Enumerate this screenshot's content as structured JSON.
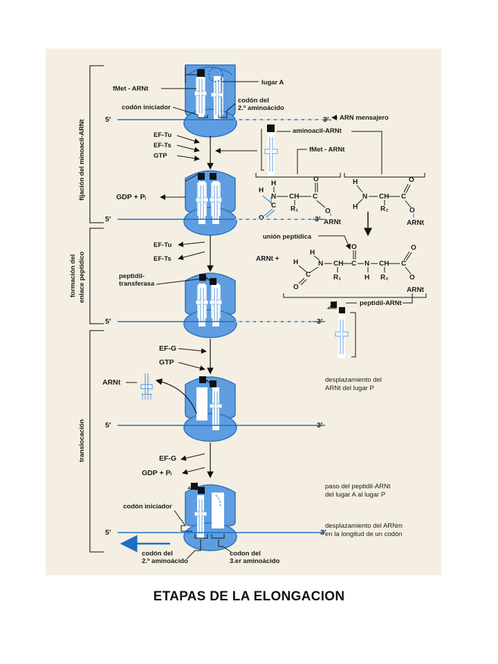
{
  "caption": "ETAPAS DE LA ELONGACION",
  "stages": {
    "s1": "fijación del minoacil-ARNt",
    "s2a": "formación del",
    "s2b": "enlace peptídico",
    "s3": "translocación"
  },
  "labels": {
    "fmet_arnt": "fMet - ARNt",
    "lugar_a": "lugar A",
    "codon_iniciador": "codón iniciador",
    "codon_2_a": "codón del",
    "codon_2_b": "2.º aminoácido",
    "arn_mensajero": "ARN mensajero",
    "aminoacil_arnt": "aminoacil-ARNt",
    "fmet_arnt_2": "fMet - ARNt",
    "ef_tu": "EF-Tu",
    "ef_ts": "EF-Ts",
    "gtp": "GTP",
    "gdp_pi": "GDP + Pᵢ",
    "union_peptidica": "unión peptídica",
    "peptidil_a": "peptidil-",
    "peptidil_b": "transferasa",
    "peptidil_arnt": "peptidil-ARNt",
    "ef_g": "EF-G",
    "arnt": "ARNt",
    "desp_arnt_a": "desplazamiento del",
    "desp_arnt_b": "ARNt del lugar P",
    "paso_a": "paso del peptidil-ARNt",
    "paso_b": "del lugar A al lugar P",
    "desp_arnm_a": "desplazamiento del ARNm",
    "desp_arnm_b": "en la longitud de un codón",
    "codon_iniciador_2": "codón iniciador",
    "codon_2_c": "codón del",
    "codon_2_d": "2.º aminoácido",
    "codon_3_a": "codon del",
    "codon_3_b": "3.er aminoácido",
    "five_prime": "5′",
    "three_prime": "3′",
    "three_prime_b": "3′-"
  },
  "chem": {
    "H": "H",
    "N": "N",
    "C": "C",
    "O": "O",
    "CH": "CH",
    "R1": "R₁",
    "R2": "R₂",
    "ARNt": "ARNt",
    "ARNt_plus": "ARNt +"
  },
  "colors": {
    "ribosome": "#5e9ee0",
    "ribosome_dark": "#2e6fbf",
    "mrna": "#1c6fc4",
    "panel": "#f4efe2",
    "trna": "#ffffff"
  }
}
